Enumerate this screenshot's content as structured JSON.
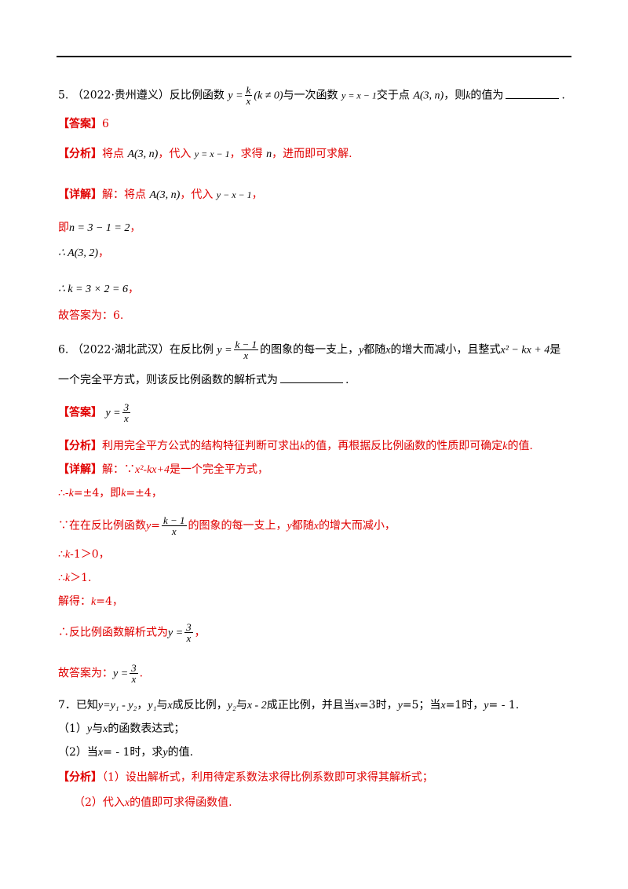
{
  "q5": {
    "num": "5.",
    "src": "（2022·贵州遵义）",
    "t1": "反比例函数",
    "f_lhs": "y =",
    "f_num": "k",
    "f_den": "x",
    "cond": "(k ≠ 0)",
    "t2": "与一次函数",
    "lin": "y = x − 1",
    "t3": "交于点",
    "pt": "A(3, n)",
    "t4": "，则",
    "kvar": "k",
    "t5": "的值为",
    "end": "."
  },
  "a5": {
    "ans_label": "【答案】",
    "ans": "6",
    "ana_label": "【分析】",
    "ana_1": "将点",
    "ana_pt": "A(3, n)",
    "ana_2": "，代入",
    "ana_eq": "y = x − 1",
    "ana_3": "，求得",
    "ana_n": "n",
    "ana_4": "，进而即可求解.",
    "det_label": "【详解】",
    "det_1": "解：将点",
    "det_pt": "A(3, n)",
    "det_2": "，代入",
    "det_eq": "y − x − 1",
    "det_3": "，",
    "s1_a": "即",
    "s1_b": "n = 3 − 1 = 2",
    "s1_c": "，",
    "s2_a": "∴ A(3, 2)",
    "s2_b": "，",
    "s3_a": "∴ k = 3 × 2 = 6",
    "s3_b": "，",
    "fin": "故答案为：6."
  },
  "q6": {
    "num": "6.",
    "src": "（2022·湖北武汉）",
    "t1": "在反比例",
    "f_lhs": "y =",
    "f_num": "k − 1",
    "f_den": "x",
    "t2": "的图象的每一支上，",
    "yv": "y",
    "t3": "都随",
    "xv": "x",
    "t4": "的增大而减小，且整式",
    "poly": "x² − kx + 4",
    "t5": "是",
    "l2": "一个完全平方式，则该反比例函数的解析式为",
    "end": "."
  },
  "a6": {
    "ans_label": "【答案】",
    "ans_lhs": "y =",
    "ans_num": "3",
    "ans_den": "x",
    "ana_label": "【分析】",
    "ana_1": "利用完全平方公式的结构特征判断可求出",
    "ana_k1": "k",
    "ana_2": "的值，再根据反比例函数的性质即可确定",
    "ana_k2": "k",
    "ana_3": "的值.",
    "det_label": "【详解】",
    "det_1": "解：∵",
    "det_poly": "x²-kx+4",
    "det_2": "是一个完全平方式，",
    "s1_a": "∴-",
    "s1_b": "k",
    "s1_c": "=±4，即",
    "s1_d": "k",
    "s1_e": "=±4，",
    "s2_a": "∵在在反比例函数",
    "s2_y": "y",
    "s2_eq": "=",
    "s2_num": "k − 1",
    "s2_den": "x",
    "s2_b": "的图象的每一支上，",
    "s2_yv": "y",
    "s2_c": "都随",
    "s2_xv": "x",
    "s2_d": "的增大而减小，",
    "s3_a": "∴",
    "s3_k": "k",
    "s3_b": "-1＞0，",
    "s4_a": "∴",
    "s4_k": "k",
    "s4_b": "＞1.",
    "s5_a": "解得：",
    "s5_k": "k",
    "s5_b": "=4，",
    "s6_a": "∴反比例函数解析式为",
    "s6_lhs": "y =",
    "s6_num": "3",
    "s6_den": "x",
    "s6_b": "，",
    "fin_a": "故答案为：",
    "fin_lhs": "y =",
    "fin_num": "3",
    "fin_den": "x",
    "fin_b": "."
  },
  "q7": {
    "l1": "7．已知",
    "eq": "y=y₁ - y₂",
    "c1": "，",
    "y1": "y₁",
    "t1": "与",
    "x1": "x",
    "t2": "成反比例，",
    "y2": "y₂",
    "t3": "与",
    "x2": "x - 2",
    "t4": "成正比例，并且当",
    "x3": "x",
    "t5": "=3时，",
    "y3": "y",
    "t6": "=5；当",
    "x4": "x",
    "t7": "=1时，",
    "y4": "y",
    "t8": "= - 1.",
    "p1_a": "（1）",
    "p1_y": "y",
    "p1_b": "与",
    "p1_x": "x",
    "p1_c": "的函数表达式；",
    "p2_a": "（2）当",
    "p2_x": "x",
    "p2_b": "= - 1时，求",
    "p2_y": "y",
    "p2_c": "的值.",
    "ana_label": "【分析】",
    "ana_1": "（1）设出解析式，利用待定系数法求得比例系数即可求得其解析式；",
    "ana_2a": "（2）代入",
    "ana_2x": "x",
    "ana_2b": "的值即可求得函数值."
  }
}
